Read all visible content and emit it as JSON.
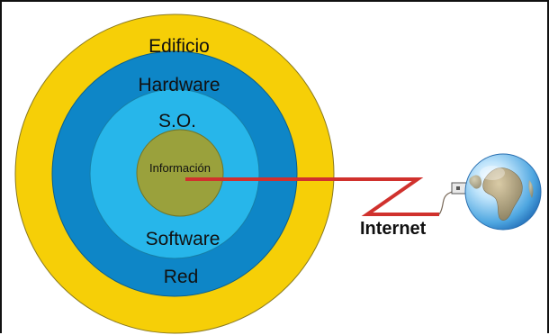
{
  "diagram": {
    "layers": [
      {
        "label": "Edificio",
        "color": "#F6CF07"
      },
      {
        "label": "Hardware",
        "color": "#0E86C7"
      },
      {
        "label": "S.O.",
        "color": "#27B6EA"
      },
      {
        "label": "Información",
        "color": "#9AA13C"
      }
    ],
    "lower_labels": [
      "Red",
      "Software"
    ],
    "connection_label": "Internet",
    "connection_color": "#D0312D"
  }
}
